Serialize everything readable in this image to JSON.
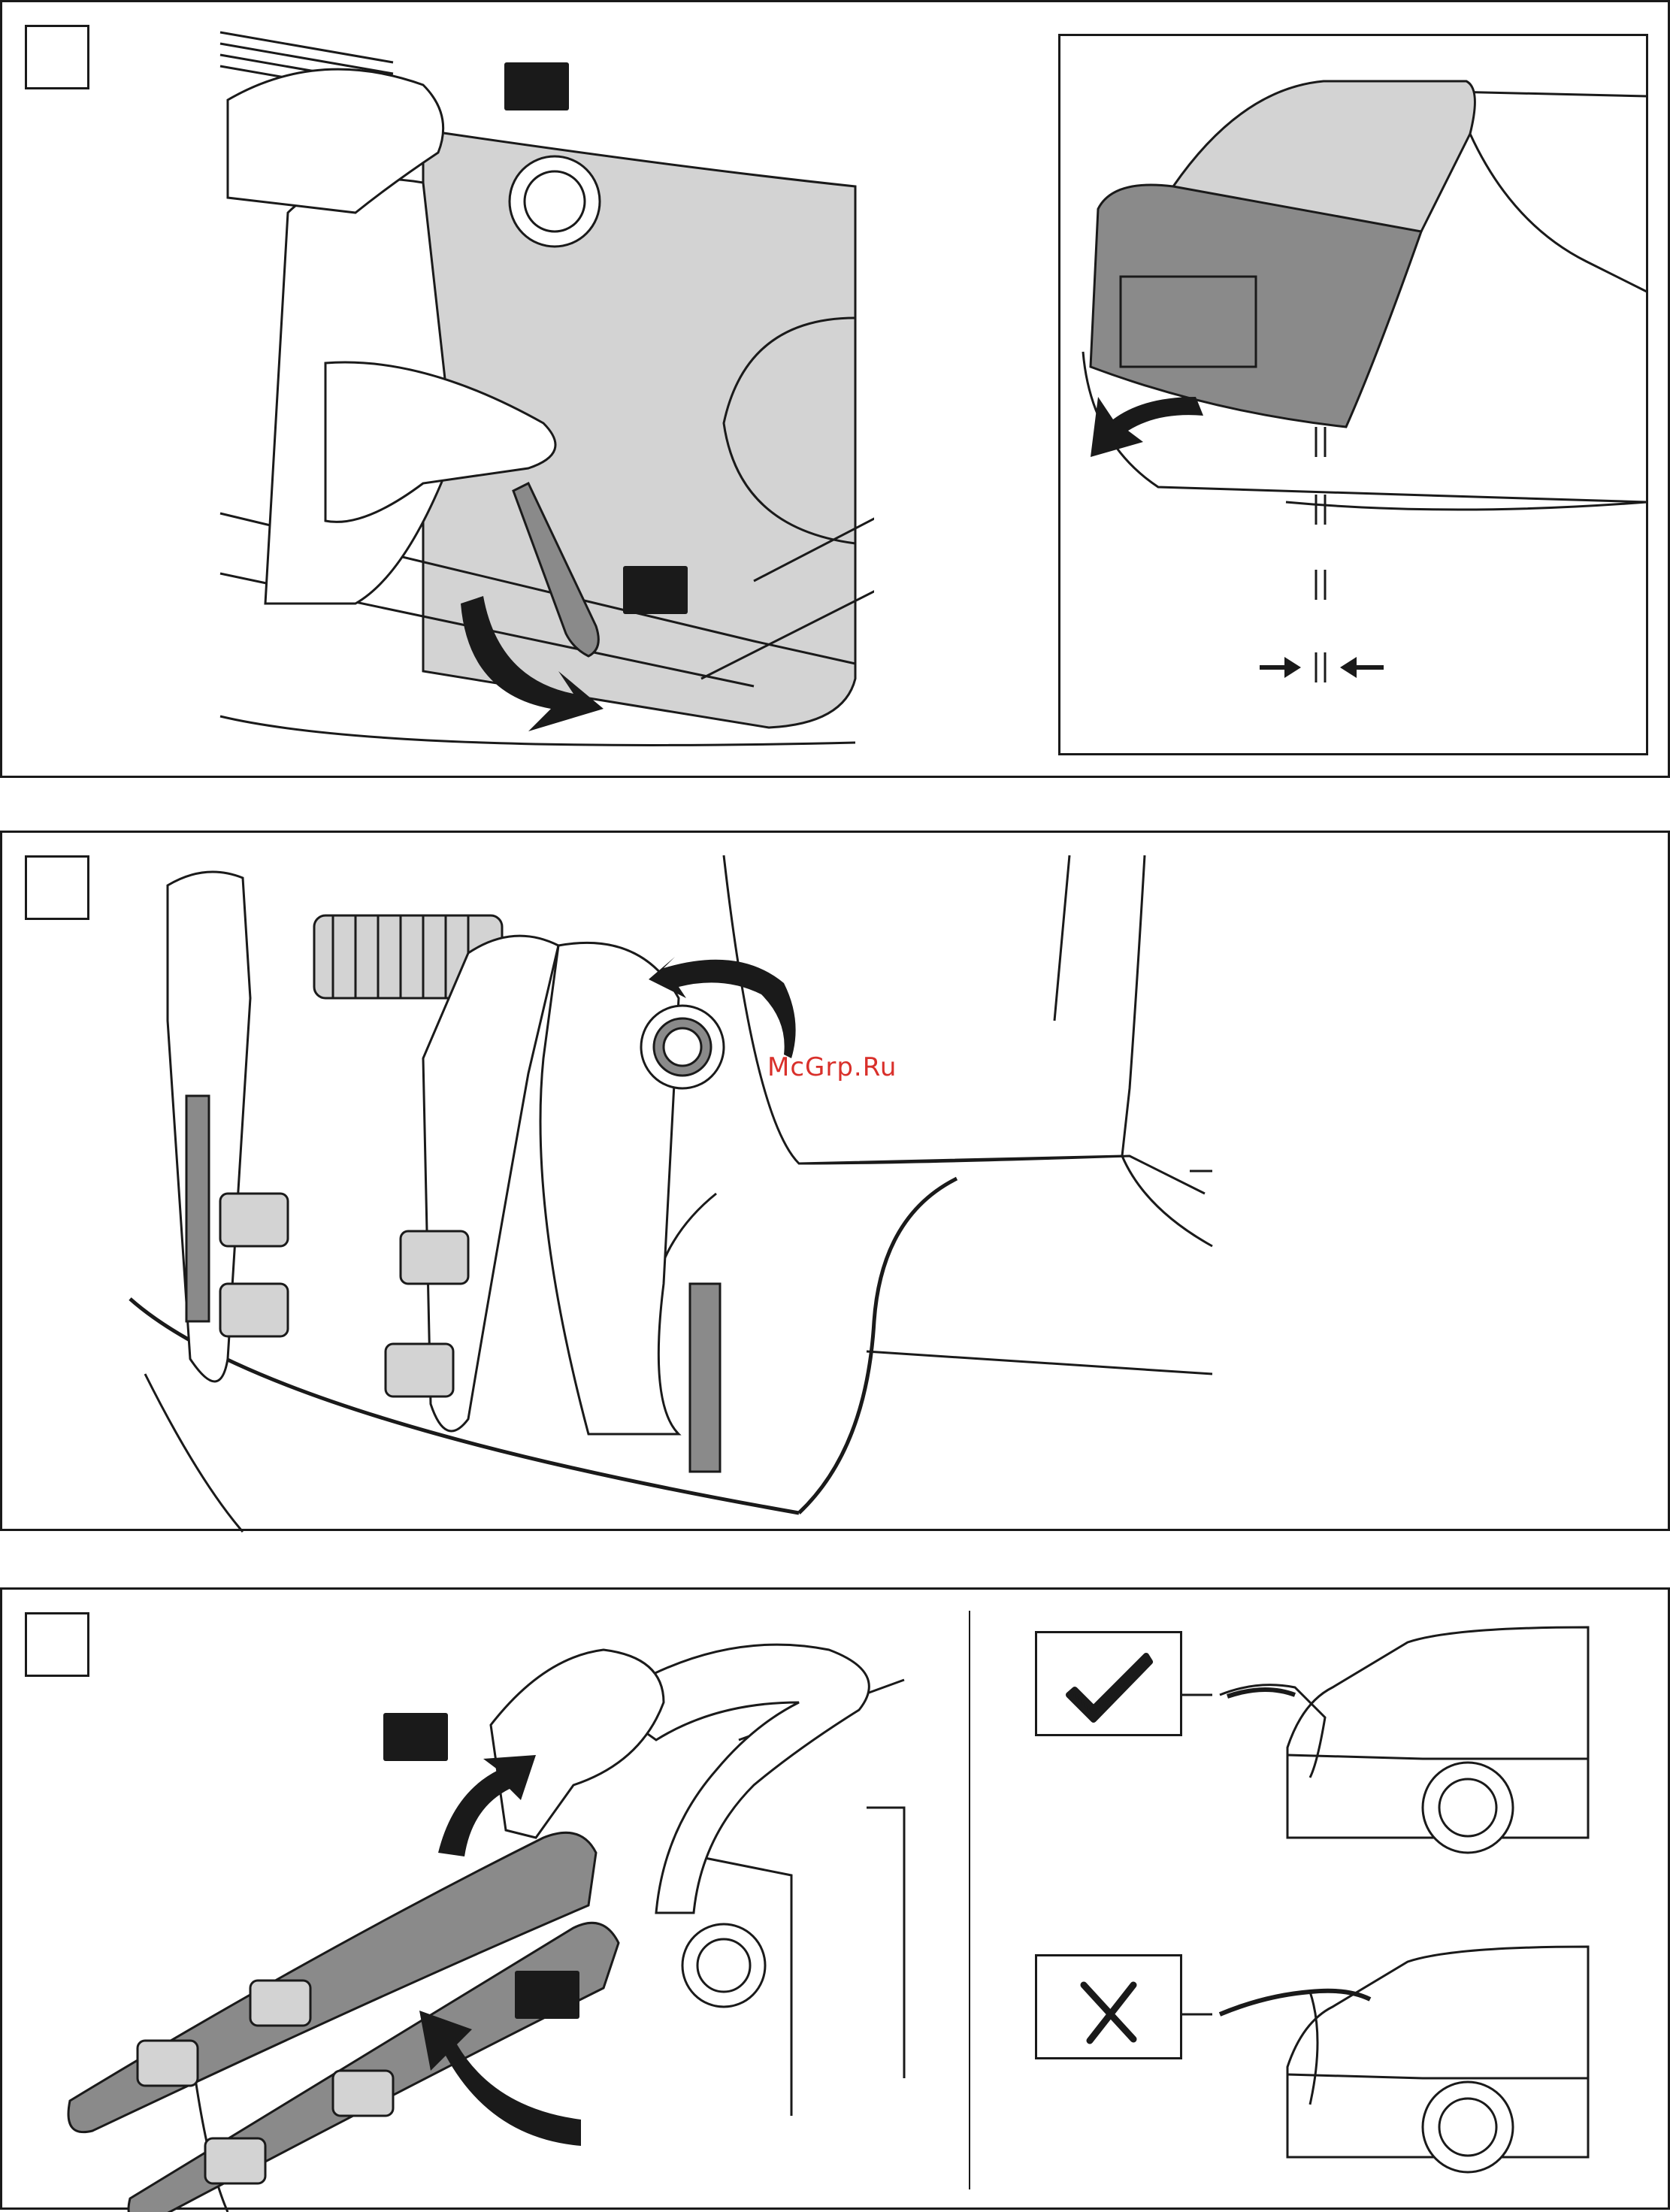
{
  "watermark": {
    "text": "McGrp.Ru",
    "color": "#d9302b"
  },
  "colors": {
    "line": "#1a1a1a",
    "light_fill": "#d3d3d3",
    "dark_fill": "#8a8a8a"
  },
  "panels": [
    {
      "id": "step-1",
      "icons": [
        "hand-icon",
        "key-icon",
        "rotate-arrow-icon",
        "tailgate-icon",
        "align-arrows-icon"
      ]
    },
    {
      "id": "step-2",
      "icons": [
        "bike-rack-icon",
        "rotate-arrow-icon"
      ]
    },
    {
      "id": "step-3",
      "icons": [
        "hand-icon",
        "fold-arrow-icon",
        "check-icon",
        "cross-icon",
        "car-icon"
      ]
    }
  ]
}
